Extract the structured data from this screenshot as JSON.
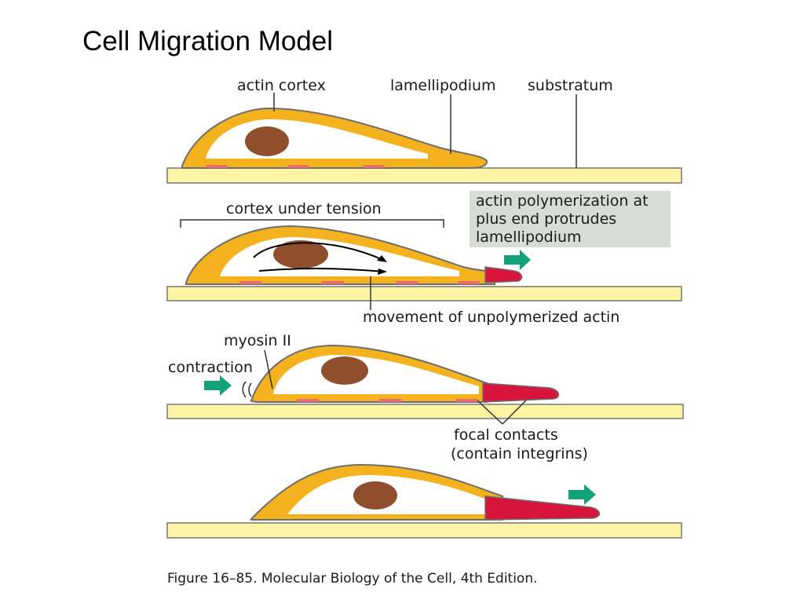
{
  "title": "Cell Migration Model",
  "labels": {
    "actin_cortex": "actin cortex",
    "lamellipodium": "lamellipodium",
    "substratum": "substratum",
    "cortex_under_tension": "cortex under tension",
    "actin_polymerization": [
      "actin polymerization at",
      "plus end protrudes",
      "lamellipodium"
    ],
    "movement_unpolymerized_actin": "movement of unpolymerized actin",
    "myosin_ii": "myosin II",
    "contraction": "contraction",
    "focal_contacts": "focal contacts",
    "contain_integrins": "(contain integrins)"
  },
  "caption": "Figure 16–85. Molecular Biology of the Cell, 4th Edition.",
  "colors": {
    "substratum": "#fdf3a4",
    "cortex": "#f3b21e",
    "cytoplasm": "#ffffff",
    "nucleus": "#8f4f2c",
    "polymerized_actin": "#d7143c",
    "arrow": "#15a17a",
    "outline": "#6e6e6e",
    "callout_bg": "#d8dcd7"
  }
}
